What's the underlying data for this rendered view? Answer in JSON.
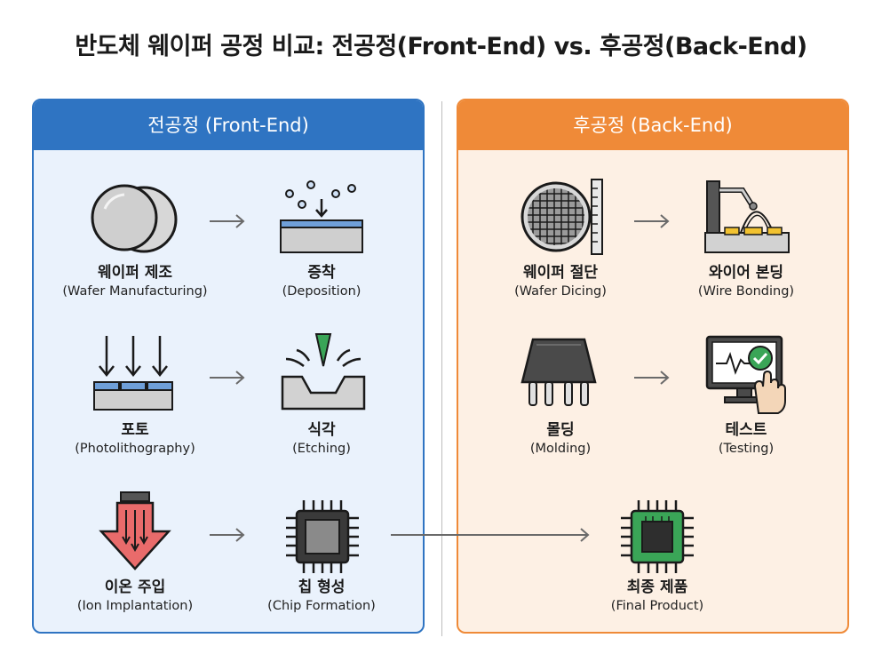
{
  "title": "반도체 웨이퍼 공정 비교: 전공정(Front-End) vs. 후공정(Back-End)",
  "front_end": {
    "header": "전공정 (Front-End)",
    "steps": [
      {
        "ko": "웨이퍼 제조",
        "en": "(Wafer Manufacturing)"
      },
      {
        "ko": "증착",
        "en": "(Deposition)"
      },
      {
        "ko": "포토",
        "en": "(Photolithography)"
      },
      {
        "ko": "식각",
        "en": "(Etching)"
      },
      {
        "ko": "이온 주입",
        "en": "(Ion Implantation)"
      },
      {
        "ko": "칩 형성",
        "en": "(Chip Formation)"
      }
    ]
  },
  "back_end": {
    "header": "후공정 (Back-End)",
    "steps": [
      {
        "ko": "웨이퍼 절단",
        "en": "(Wafer Dicing)"
      },
      {
        "ko": "와이어 본딩",
        "en": "(Wire Bonding)"
      },
      {
        "ko": "몰딩",
        "en": "(Molding)"
      },
      {
        "ko": "테스트",
        "en": "(Testing)"
      },
      {
        "ko": "최종 제품",
        "en": "(Final Product)"
      }
    ]
  },
  "colors": {
    "front_accent": "#2f74c2",
    "back_accent": "#ef8a38",
    "success_green": "#3aa557"
  }
}
